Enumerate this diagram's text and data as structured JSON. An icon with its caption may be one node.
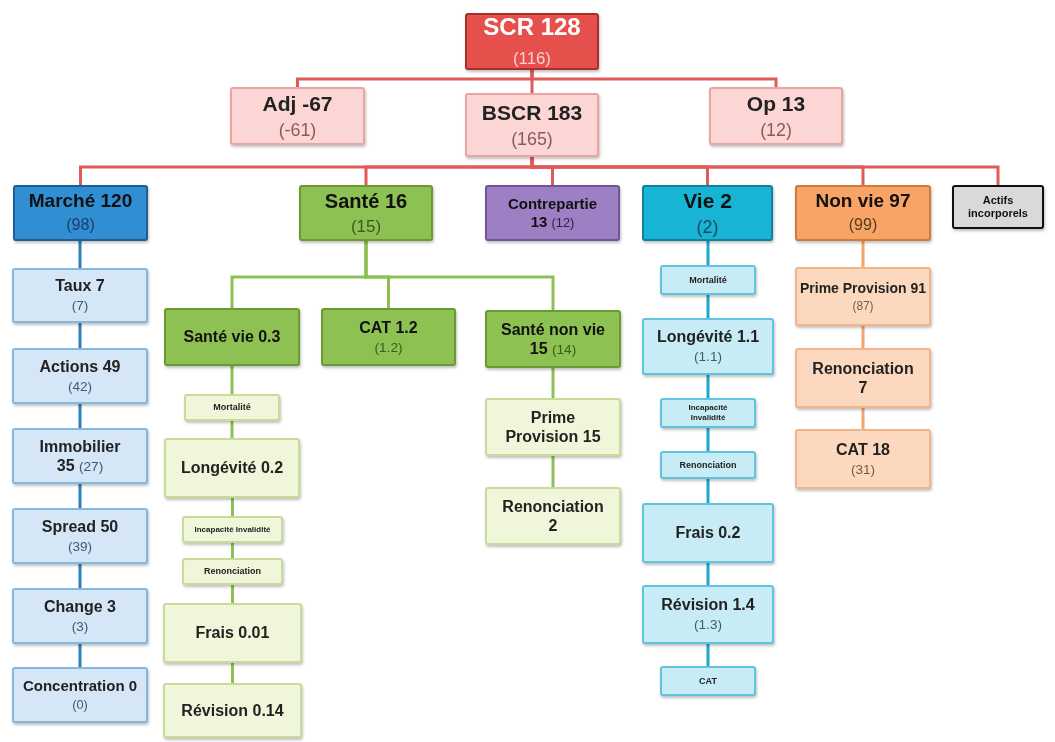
{
  "diagram": {
    "nodes": [
      {
        "text": [
          "SCR 128",
          "(116)"
        ]
      },
      {
        "text": [
          "Adj -67",
          "(-61)"
        ]
      },
      {
        "text": [
          "BSCR 183",
          "(165)"
        ]
      },
      {
        "text": [
          "Op 13",
          "(12)"
        ]
      },
      {
        "text": [
          "Marché 120",
          "(98)"
        ]
      },
      {
        "text": [
          "Santé 16",
          "(15)"
        ]
      },
      {
        "text": [
          "Contrepartie 13",
          "(12)"
        ]
      },
      {
        "text": [
          "Vie 2",
          "(2)"
        ]
      },
      {
        "text": [
          "Non vie 97",
          "(99)"
        ]
      },
      {
        "text": [
          "Actifs incorporels"
        ]
      },
      {
        "text": [
          "Taux 7",
          "(7)"
        ]
      },
      {
        "text": [
          "Actions 49",
          "(42)"
        ]
      },
      {
        "text": [
          "Immobilier 35",
          "(27)"
        ]
      },
      {
        "text": [
          "Spread 50",
          "(39)"
        ]
      },
      {
        "text": [
          "Change 3",
          "(3)"
        ]
      },
      {
        "text": [
          "Concentration 0",
          "(0)"
        ]
      },
      {
        "text": [
          "Santé vie 0.3"
        ]
      },
      {
        "text": [
          "CAT 1.2",
          "(1.2)"
        ]
      },
      {
        "text": [
          "Santé non vie 15",
          "(14)"
        ]
      },
      {
        "text": [
          "Mortalité"
        ]
      },
      {
        "text": [
          "Longévité 0.2"
        ]
      },
      {
        "text": [
          "Incapacité Invalidité"
        ]
      },
      {
        "text": [
          "Renonciation"
        ]
      },
      {
        "text": [
          "Frais 0.01"
        ]
      },
      {
        "text": [
          "Révision 0.14"
        ]
      },
      {
        "text": [
          "Prime Provision 15"
        ]
      },
      {
        "text": [
          "Renonciation 2"
        ]
      },
      {
        "text": [
          "Mortalité"
        ]
      },
      {
        "text": [
          "Longévité 1.1",
          "(1.1)"
        ]
      },
      {
        "text": [
          "Incapacité Invalidité"
        ]
      },
      {
        "text": [
          "Renonciation"
        ]
      },
      {
        "text": [
          "Frais 0.2"
        ]
      },
      {
        "text": [
          "Révision 1.4",
          "(1.3)"
        ]
      },
      {
        "text": [
          "CAT"
        ]
      },
      {
        "text": [
          "Prime Provision 91",
          "(87)"
        ]
      },
      {
        "text": [
          "Renonciation 7"
        ]
      },
      {
        "text": [
          "CAT 18",
          "(31)"
        ]
      }
    ],
    "edges": [
      {
        "from": 0,
        "to": 1,
        "arrow": "none",
        "color": "#e05a5a"
      },
      {
        "from": 0,
        "to": 2,
        "arrow": "none",
        "color": "#e05a5a"
      },
      {
        "from": 0,
        "to": 3,
        "arrow": "none",
        "color": "#e05a5a"
      },
      {
        "from": 2,
        "to": 4,
        "arrow": "none",
        "color": "#e05a5a"
      },
      {
        "from": 2,
        "to": 5,
        "arrow": "none",
        "color": "#e05a5a"
      },
      {
        "from": 2,
        "to": 6,
        "arrow": "none",
        "color": "#e05a5a"
      },
      {
        "from": 2,
        "to": 7,
        "arrow": "none",
        "color": "#e05a5a"
      },
      {
        "from": 2,
        "to": 8,
        "arrow": "none",
        "color": "#e05a5a"
      },
      {
        "from": 2,
        "to": 9,
        "arrow": "none",
        "color": "#e05a5a"
      },
      {
        "from": 4,
        "to": 10,
        "arrow": "none",
        "color": "#2f7fb0"
      },
      {
        "from": 10,
        "to": 11,
        "arrow": "none",
        "color": "#2f7fb0"
      },
      {
        "from": 11,
        "to": 12,
        "arrow": "none",
        "color": "#2f7fb0"
      },
      {
        "from": 12,
        "to": 13,
        "arrow": "none",
        "color": "#2f7fb0"
      },
      {
        "from": 13,
        "to": 14,
        "arrow": "none",
        "color": "#2f7fb0"
      },
      {
        "from": 14,
        "to": 15,
        "arrow": "none",
        "color": "#2f7fb0"
      },
      {
        "from": 5,
        "to": 16,
        "arrow": "none",
        "color": "#8cc152"
      },
      {
        "from": 5,
        "to": 17,
        "arrow": "none",
        "color": "#8cc152"
      },
      {
        "from": 5,
        "to": 18,
        "arrow": "none",
        "color": "#8cc152"
      },
      {
        "from": 16,
        "to": 19,
        "arrow": "none",
        "color": "#8cc152"
      },
      {
        "from": 19,
        "to": 20,
        "arrow": "none",
        "color": "#8cc152"
      },
      {
        "from": 20,
        "to": 21,
        "arrow": "none",
        "color": "#8cc152"
      },
      {
        "from": 21,
        "to": 22,
        "arrow": "none",
        "color": "#8cc152"
      },
      {
        "from": 22,
        "to": 23,
        "arrow": "none",
        "color": "#8cc152"
      },
      {
        "from": 23,
        "to": 24,
        "arrow": "none",
        "color": "#8cc152"
      },
      {
        "from": 18,
        "to": 25,
        "arrow": "none",
        "color": "#8cc152"
      },
      {
        "from": 25,
        "to": 26,
        "arrow": "none",
        "color": "#8cc152"
      },
      {
        "from": 7,
        "to": 27,
        "arrow": "none",
        "color": "#1ba9cf"
      },
      {
        "from": 27,
        "to": 28,
        "arrow": "none",
        "color": "#1ba9cf"
      },
      {
        "from": 28,
        "to": 29,
        "arrow": "none",
        "color": "#1ba9cf"
      },
      {
        "from": 29,
        "to": 30,
        "arrow": "none",
        "color": "#1ba9cf"
      },
      {
        "from": 30,
        "to": 31,
        "arrow": "none",
        "color": "#1ba9cf"
      },
      {
        "from": 31,
        "to": 32,
        "arrow": "none",
        "color": "#1ba9cf"
      },
      {
        "from": 32,
        "to": 33,
        "arrow": "none",
        "color": "#1ba9cf"
      },
      {
        "from": 8,
        "to": 34,
        "arrow": "none",
        "color": "#f4a46c"
      },
      {
        "from": 34,
        "to": 35,
        "arrow": "none",
        "color": "#f4a46c"
      },
      {
        "from": 35,
        "to": 36,
        "arrow": "none",
        "color": "#f4a46c"
      }
    ]
  }
}
